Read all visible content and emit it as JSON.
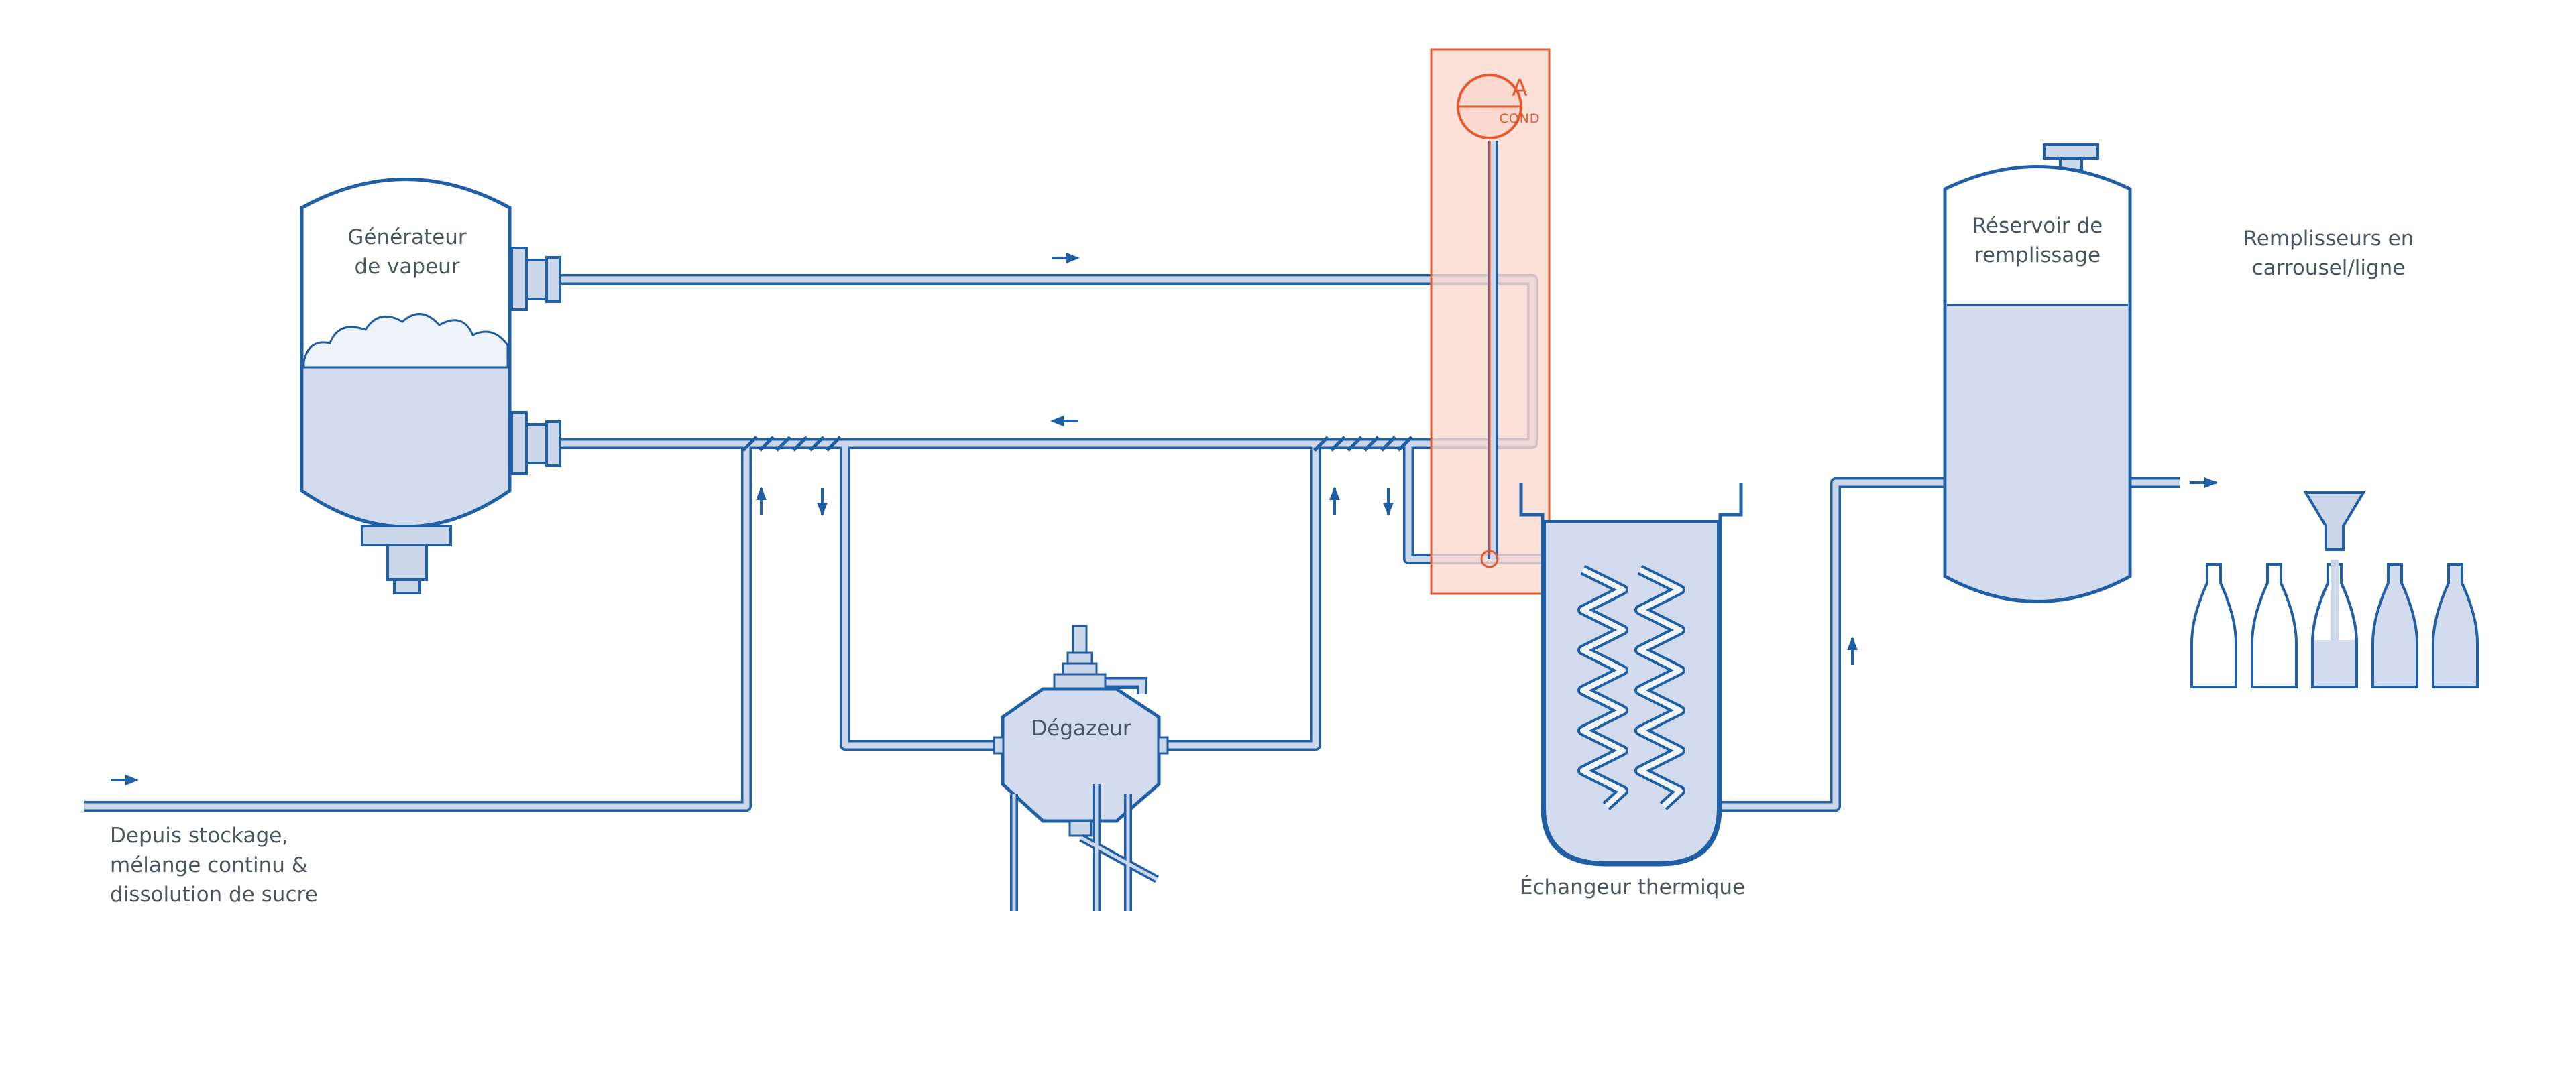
{
  "labels": {
    "steam_generator": [
      "Générateur",
      "de vapeur"
    ],
    "degasser": "Dégazeur",
    "heat_exchanger": "Échangeur thermique",
    "filling_tank": [
      "Réservoir de",
      "remplissage"
    ],
    "fillers": [
      "Remplisseurs en",
      "carrousel/ligne"
    ],
    "source": [
      "Depuis stockage,",
      "mélange continu &",
      "dissolution de sucre"
    ],
    "sensor_letter": "A",
    "sensor_type": "COND"
  },
  "colors": {
    "pipe_outline": "#1f5fa6",
    "pipe_fill": "#ccd7ea",
    "liquid": "#d3dcee",
    "sensor_panel": "#fbd9cf",
    "sensor_line": "#e4592f",
    "text": "#4a5563"
  },
  "icons": [
    "flow-arrow-icon",
    "bottle-icon",
    "funnel-icon",
    "cloud-steam-icon",
    "coil-icon"
  ]
}
